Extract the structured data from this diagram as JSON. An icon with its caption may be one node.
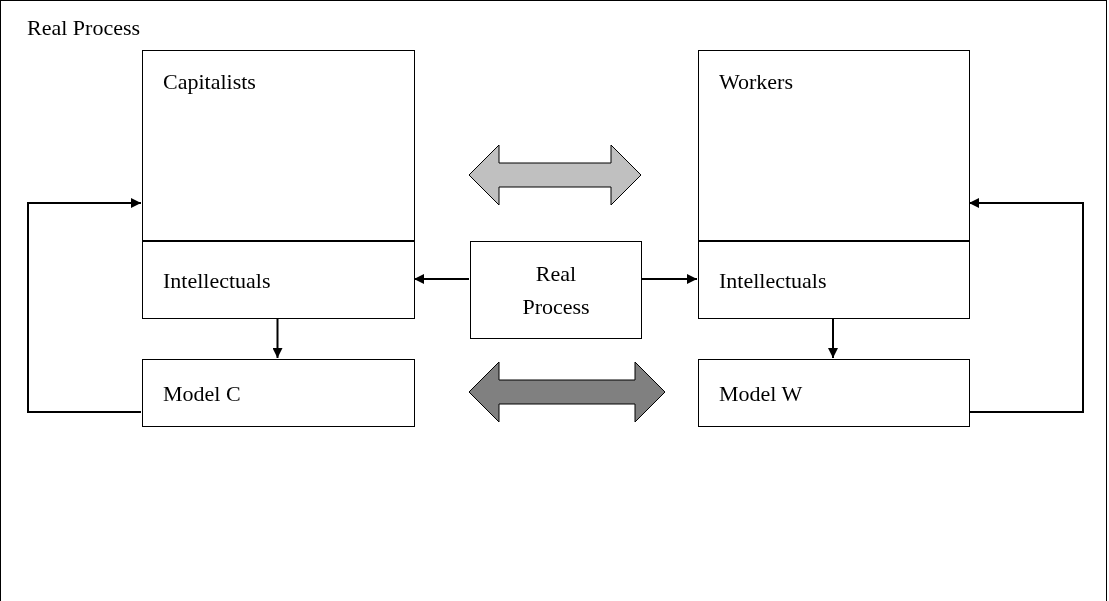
{
  "diagram": {
    "nodes": [
      {
        "text": [
          "Real Process"
        ]
      },
      {
        "text": [
          "Capitalists"
        ],
        "in": 0
      },
      {
        "text": [
          "Intellectuals"
        ],
        "in": 0
      },
      {
        "text": [
          "Model C"
        ],
        "in": 0
      },
      {
        "text": [
          "Real Process"
        ],
        "in": 0
      },
      {
        "text": [
          "Workers"
        ],
        "in": 0
      },
      {
        "text": [
          "Intellectuals"
        ],
        "in": 0
      },
      {
        "text": [
          "Model W"
        ],
        "in": 0
      }
    ],
    "edges": [
      {
        "from": 4,
        "to": 2,
        "arrow": "to"
      },
      {
        "from": 4,
        "to": 6,
        "arrow": "to"
      },
      {
        "from": 2,
        "to": 3,
        "arrow": "to"
      },
      {
        "from": 6,
        "to": 7,
        "arrow": "to"
      },
      {
        "from": 3,
        "to": 1,
        "arrow": "to"
      },
      {
        "from": 7,
        "to": 5,
        "arrow": "to"
      },
      {
        "from": 1,
        "to": 5,
        "arrow": "both",
        "style": "thick",
        "color": "#c0c0c0"
      },
      {
        "from": 3,
        "to": 7,
        "arrow": "both",
        "style": "thick",
        "color": "#808080"
      }
    ]
  }
}
